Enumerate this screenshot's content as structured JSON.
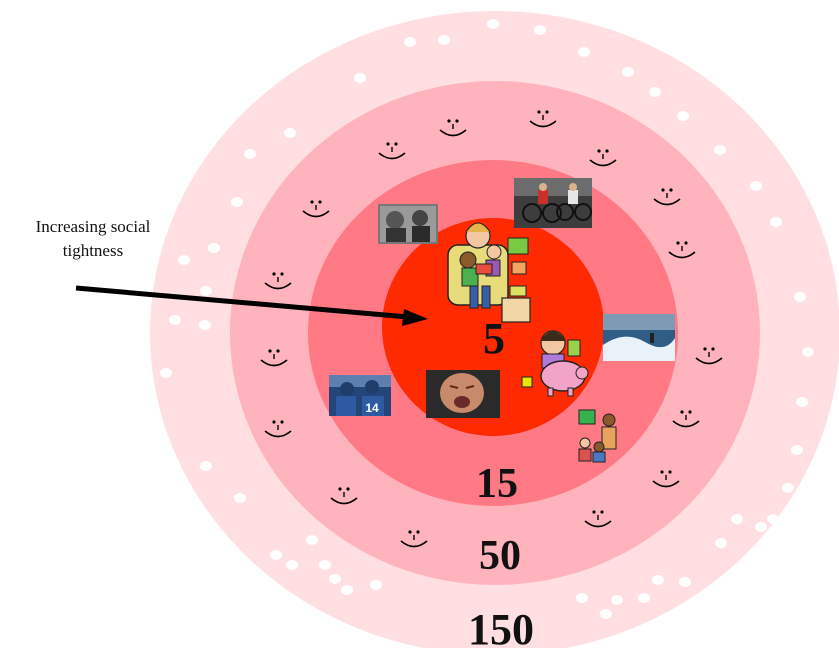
{
  "annotation": {
    "label_line1": "Increasing social",
    "label_line2": "tightness"
  },
  "rings": [
    {
      "label": "5",
      "color": "#ff2a00"
    },
    {
      "label": "15",
      "color": "#ff7a85"
    },
    {
      "label": "50",
      "color": "#ffb3bd"
    },
    {
      "label": "150",
      "color": "#ffdfe2"
    }
  ],
  "icons": {
    "smiley": "smiley-face-icon",
    "dot": "white-dot-icon"
  },
  "pictures": [
    "couple-photo",
    "cyclists-photo",
    "family-reading-clipart",
    "surfer-photo",
    "piggy-bank-child-clipart",
    "football-players-photo",
    "crying-baby-photo",
    "teacher-class-clipart"
  ]
}
